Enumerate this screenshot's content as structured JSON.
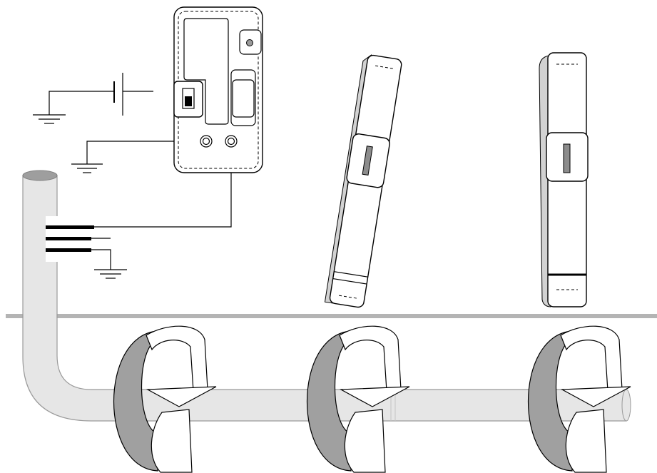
{
  "colors": {
    "pipe_fill": "#e6e6e6",
    "pipe_stroke": "#9a9a9a",
    "band_inner": "#a0a0a0",
    "band_outer": "#ffffff",
    "ground_line": "#b4b4b4",
    "outline": "#000000",
    "meter_shade": "#d2d2d2",
    "window_fill": "#8c8c8c"
  },
  "icons": [
    "ground-symbol",
    "battery-symbol",
    "meter-body",
    "terminal-jack",
    "slide-switch",
    "pipe",
    "coil-wrap-arrow",
    "device-side-view"
  ],
  "ground_symbols": 3,
  "meter_terminals": 2,
  "pipe_coil_wraps": 3,
  "cable_conductors": 3,
  "device_side_views": 2
}
